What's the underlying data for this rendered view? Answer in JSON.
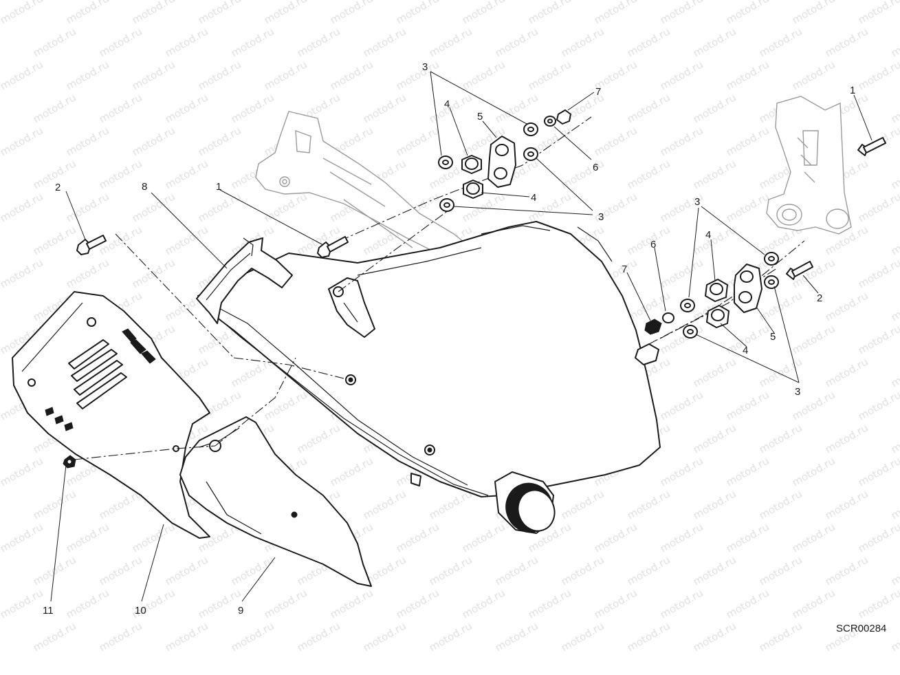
{
  "diagram": {
    "code": "SCR00284",
    "watermark": "motod.ru",
    "callouts": [
      {
        "id": "c1a",
        "label": "1"
      },
      {
        "id": "c1b",
        "label": "1"
      },
      {
        "id": "c2a",
        "label": "2"
      },
      {
        "id": "c2b",
        "label": "2"
      },
      {
        "id": "c3a",
        "label": "3"
      },
      {
        "id": "c3b",
        "label": "3"
      },
      {
        "id": "c3c",
        "label": "3"
      },
      {
        "id": "c3d",
        "label": "3"
      },
      {
        "id": "c4a",
        "label": "4"
      },
      {
        "id": "c4b",
        "label": "4"
      },
      {
        "id": "c4c",
        "label": "4"
      },
      {
        "id": "c4d",
        "label": "4"
      },
      {
        "id": "c5a",
        "label": "5"
      },
      {
        "id": "c5b",
        "label": "5"
      },
      {
        "id": "c6a",
        "label": "6"
      },
      {
        "id": "c6b",
        "label": "6"
      },
      {
        "id": "c7a",
        "label": "7"
      },
      {
        "id": "c7b",
        "label": "7"
      },
      {
        "id": "c8",
        "label": "8"
      },
      {
        "id": "c9",
        "label": "9"
      },
      {
        "id": "c10",
        "label": "10"
      },
      {
        "id": "c11",
        "label": "11"
      }
    ]
  }
}
